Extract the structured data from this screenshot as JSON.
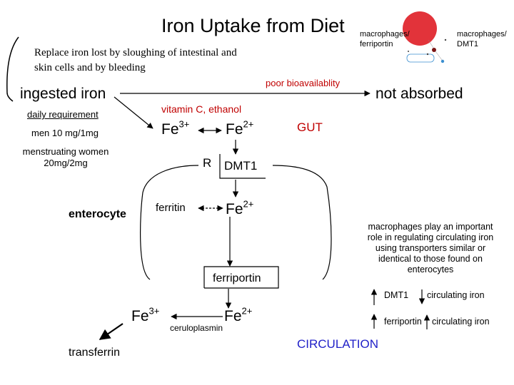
{
  "title": "Iron Uptake from Diet",
  "replace_note_line1": "Replace iron lost by sloughing of intestinal and",
  "replace_note_line2": "skin cells and by bleeding",
  "ingested_iron": "ingested iron",
  "poor_bioavailability": "poor bioavailablity",
  "not_absorbed": "not absorbed",
  "daily_requirement": "daily requirement",
  "men_requirement": "men 10 mg/1mg",
  "women_requirement_line1": "menstruating women",
  "women_requirement_line2": "20mg/2mg",
  "vitamin_c": "vitamin C, ethanol",
  "fe3_base": "Fe",
  "fe3_charge": "3+",
  "fe2_base": "Fe",
  "fe2_charge": "2+",
  "gut": "GUT",
  "r_label": "R",
  "dmt1_label": "DMT1",
  "enterocyte": "enterocyte",
  "ferritin": "ferritin",
  "ferriportin": "ferriportin",
  "ceruloplasmin": "ceruloplasmin",
  "transferrin": "transferrin",
  "circulation": "CIRCULATION",
  "macrophages_ferriportin_line1": "macrophages/",
  "macrophages_ferriportin_line2": "ferriportin",
  "macrophages_dmt1_line1": "macrophages/",
  "macrophages_dmt1_line2": "DMT1",
  "macrophage_note": [
    "macrophages play an important",
    "role in regulating circulating iron",
    "using transporters similar or",
    "identical to those found on",
    "enterocytes"
  ],
  "legend_dmt1": "DMT1",
  "legend_dmt1_effect": "circulating iron",
  "legend_ferriportin": "ferriportin",
  "legend_ferriportin_effect": "circulating iron",
  "colors": {
    "accent_red": "#c00000",
    "circulation_blue": "#1f1fc8"
  }
}
